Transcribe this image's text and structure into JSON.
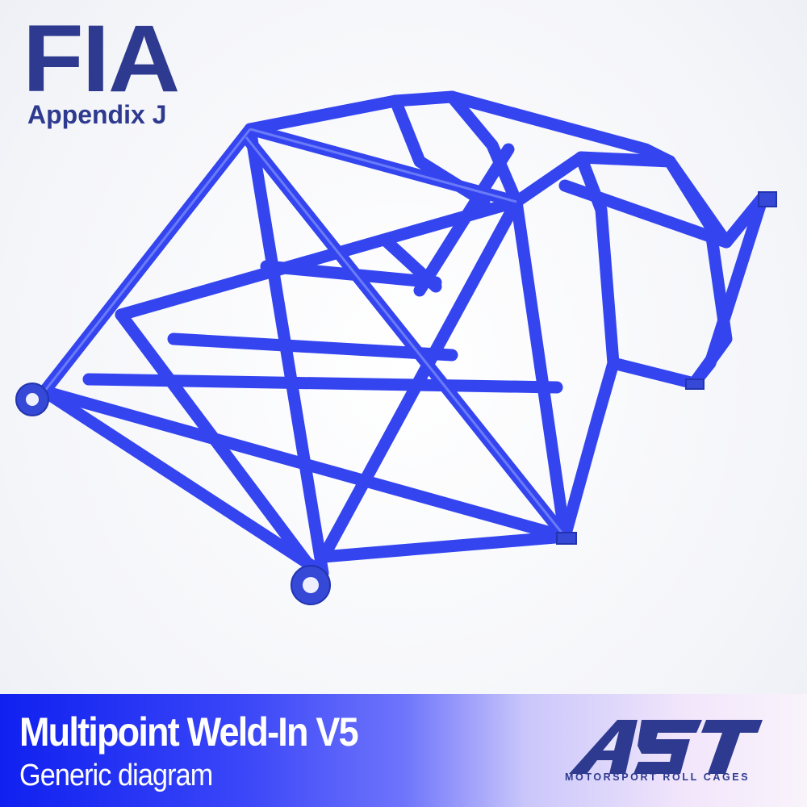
{
  "header": {
    "badge": "FIA",
    "subbadge": "Appendix J"
  },
  "product": {
    "image": "roll-cage-render",
    "accent_color": "#2a3cf0"
  },
  "banner": {
    "title": "Multipoint Weld-In V5",
    "subtitle": "Generic diagram"
  },
  "brand": {
    "logo_text": "AST",
    "tagline": "MOTORSPORT ROLL CAGES",
    "color": "#2e3a8f"
  }
}
